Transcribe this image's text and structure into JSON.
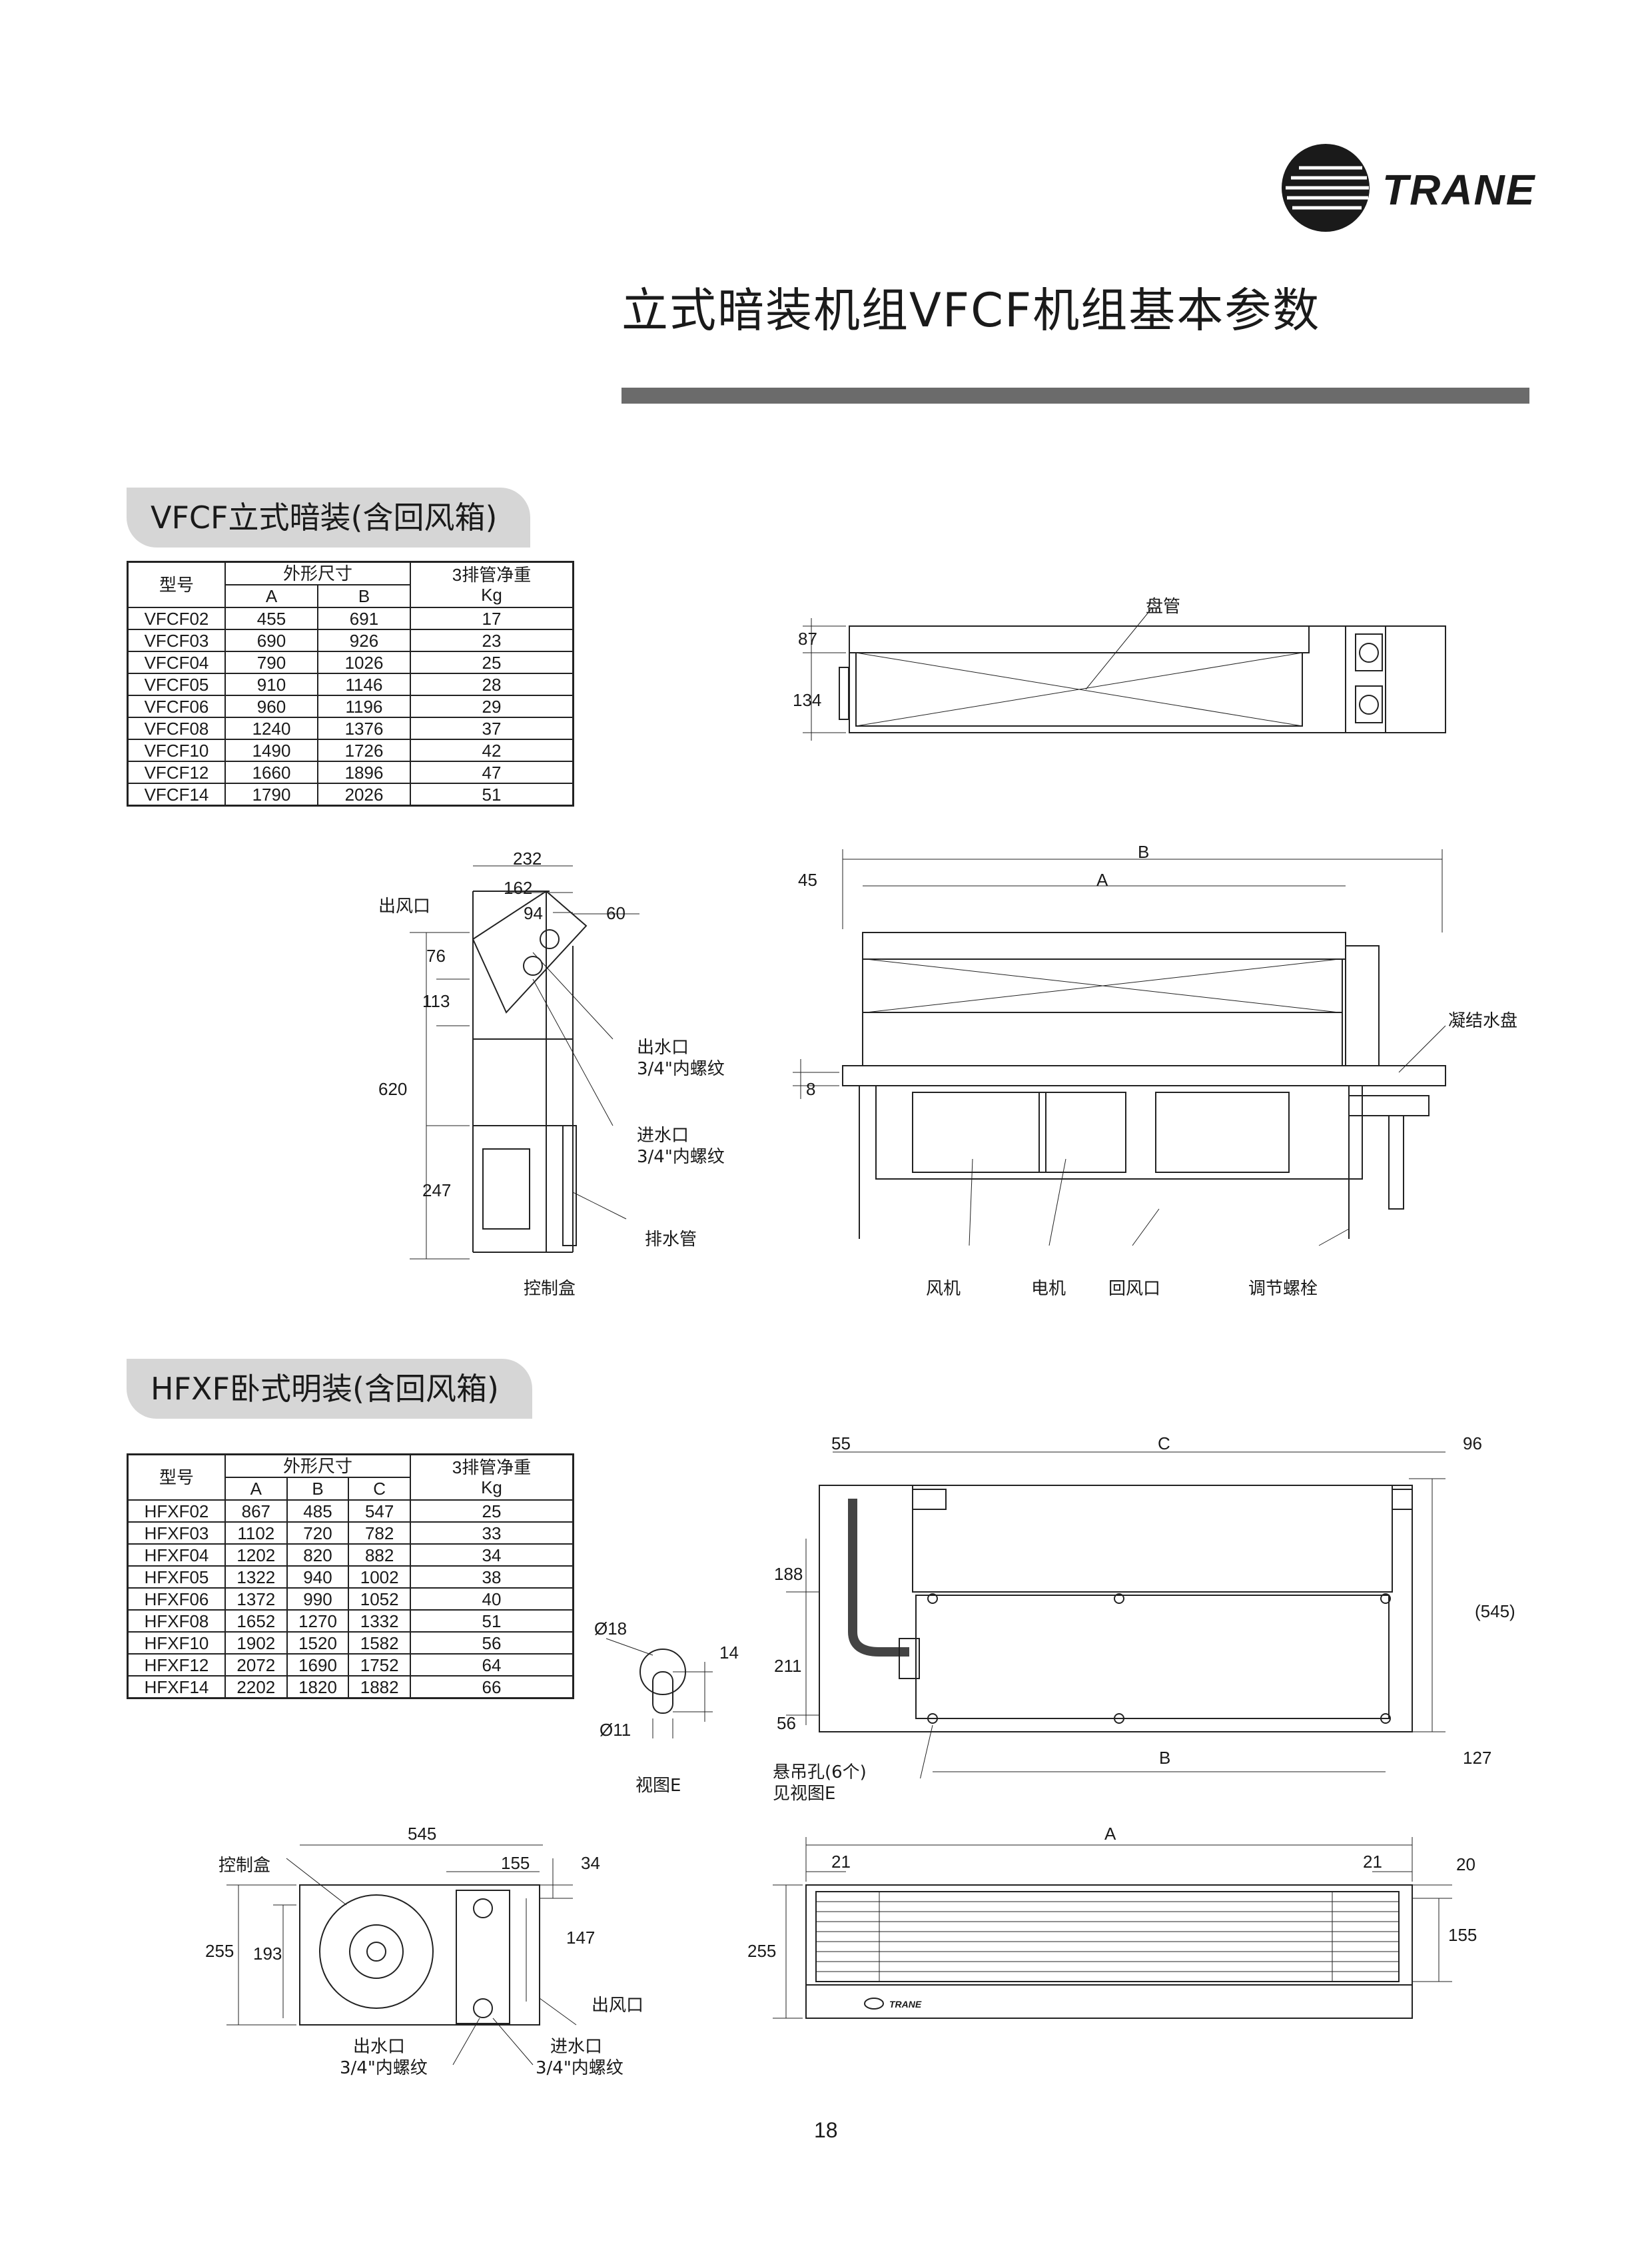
{
  "header": {
    "brand": "TRANE",
    "title": "立式暗装机组VFCF机组基本参数"
  },
  "section1": {
    "heading": "VFCF立式暗装(含回风箱)",
    "table": {
      "col_model": "型号",
      "col_dims": "外形尺寸",
      "col_weight_line1": "3排管净重",
      "col_weight_line2": "Kg",
      "sub_a": "A",
      "sub_b": "B",
      "rows": [
        [
          "VFCF02",
          "455",
          "691",
          "17"
        ],
        [
          "VFCF03",
          "690",
          "926",
          "23"
        ],
        [
          "VFCF04",
          "790",
          "1026",
          "25"
        ],
        [
          "VFCF05",
          "910",
          "1146",
          "28"
        ],
        [
          "VFCF06",
          "960",
          "1196",
          "29"
        ],
        [
          "VFCF08",
          "1240",
          "1376",
          "37"
        ],
        [
          "VFCF10",
          "1490",
          "1726",
          "42"
        ],
        [
          "VFCF12",
          "1660",
          "1896",
          "47"
        ],
        [
          "VFCF14",
          "1790",
          "2026",
          "51"
        ]
      ]
    },
    "top_view": {
      "coil": "盘管",
      "d87": "87",
      "d134": "134"
    },
    "side_view": {
      "outlet": "出风口",
      "d232": "232",
      "d162": "162",
      "d94": "94",
      "d60": "60",
      "d76": "76",
      "d113": "113",
      "d620": "620",
      "d247": "247",
      "water_out": "出水口",
      "water_out_thread": "3/4\"内螺纹",
      "water_in": "进水口",
      "water_in_thread": "3/4\"内螺纹",
      "drain_pipe": "排水管",
      "control_box": "控制盒"
    },
    "front_view": {
      "dB": "B",
      "dA": "A",
      "d45": "45",
      "d8": "8",
      "drain_pan": "凝结水盘",
      "fan": "风机",
      "motor": "电机",
      "return_air": "回风口",
      "adjust_bolt": "调节螺栓"
    }
  },
  "section2": {
    "heading": "HFXF卧式明装(含回风箱)",
    "table": {
      "col_model": "型号",
      "col_dims": "外形尺寸",
      "col_weight_line1": "3排管净重",
      "col_weight_line2": "Kg",
      "sub_a": "A",
      "sub_b": "B",
      "sub_c": "C",
      "rows": [
        [
          "HFXF02",
          "867",
          "485",
          "547",
          "25"
        ],
        [
          "HFXF03",
          "1102",
          "720",
          "782",
          "33"
        ],
        [
          "HFXF04",
          "1202",
          "820",
          "882",
          "34"
        ],
        [
          "HFXF05",
          "1322",
          "940",
          "1002",
          "38"
        ],
        [
          "HFXF06",
          "1372",
          "990",
          "1052",
          "40"
        ],
        [
          "HFXF08",
          "1652",
          "1270",
          "1332",
          "51"
        ],
        [
          "HFXF10",
          "1902",
          "1520",
          "1582",
          "56"
        ],
        [
          "HFXF12",
          "2072",
          "1690",
          "1752",
          "64"
        ],
        [
          "HFXF14",
          "2202",
          "1820",
          "1882",
          "66"
        ]
      ]
    },
    "view_e": {
      "d18": "Ø18",
      "d14": "14",
      "d11": "Ø11",
      "caption": "视图E"
    },
    "plan_view": {
      "d55": "55",
      "dC": "C",
      "d96": "96",
      "d188": "188",
      "d545": "(545)",
      "d211": "211",
      "d56": "56",
      "dB": "B",
      "d127": "127",
      "hang_holes": "悬吊孔(6个)",
      "see_view": "见视图E"
    },
    "end_view": {
      "d545": "545",
      "control_box": "控制盒",
      "d155": "155",
      "d34": "34",
      "d255": "255",
      "d193": "193",
      "d147": "147",
      "outlet": "出风口",
      "water_out": "出水口",
      "water_out_thread": "3/4\"内螺纹",
      "water_in": "进水口",
      "water_in_thread": "3/4\"内螺纹"
    },
    "front_view": {
      "dA": "A",
      "d21a": "21",
      "d21b": "21",
      "d20": "20",
      "d255": "255",
      "d155": "155"
    }
  },
  "footer": {
    "page_number": "18"
  }
}
